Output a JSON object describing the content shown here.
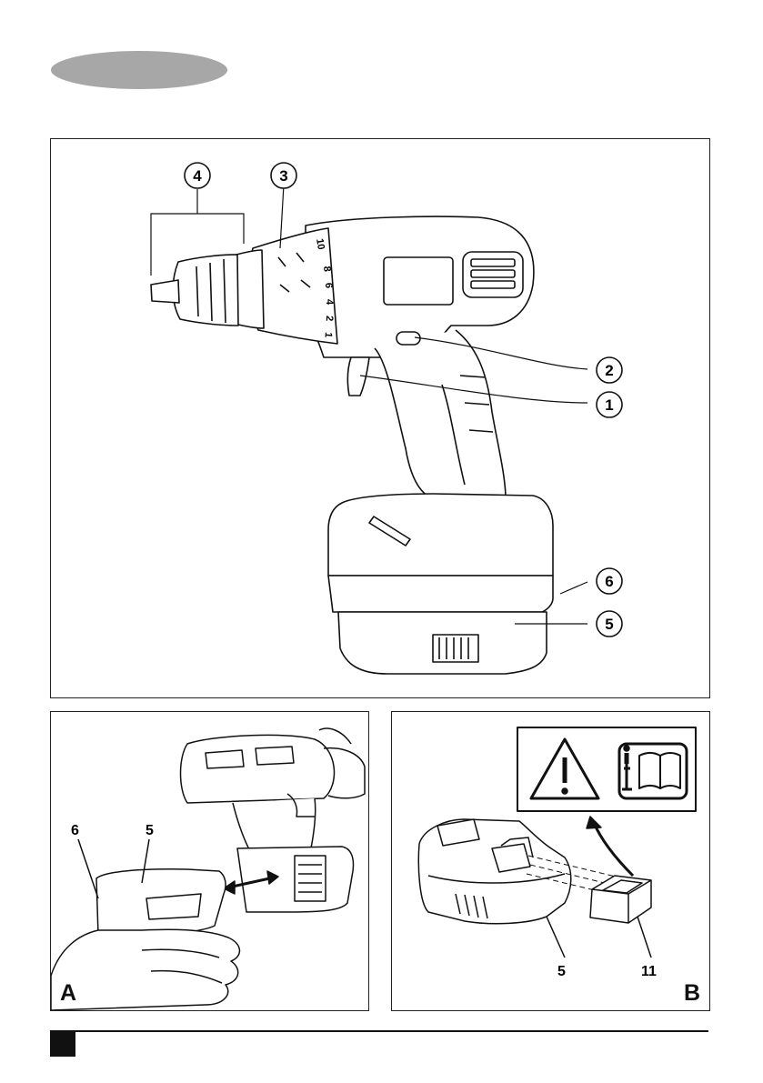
{
  "main_figure": {
    "callouts": [
      "4",
      "3",
      "2",
      "1",
      "6",
      "5"
    ],
    "speed_scale": [
      "10",
      "8",
      "6",
      "4",
      "2",
      "1"
    ]
  },
  "panel_a": {
    "letter": "A",
    "callouts": [
      "6",
      "5"
    ]
  },
  "panel_b": {
    "letter": "B",
    "callouts": [
      "5",
      "11"
    ],
    "warning_icon": "warning-triangle-icon",
    "manual_icon": "read-manual-icon"
  },
  "colors": {
    "pill": "#a7a7a7",
    "line": "#111111"
  }
}
